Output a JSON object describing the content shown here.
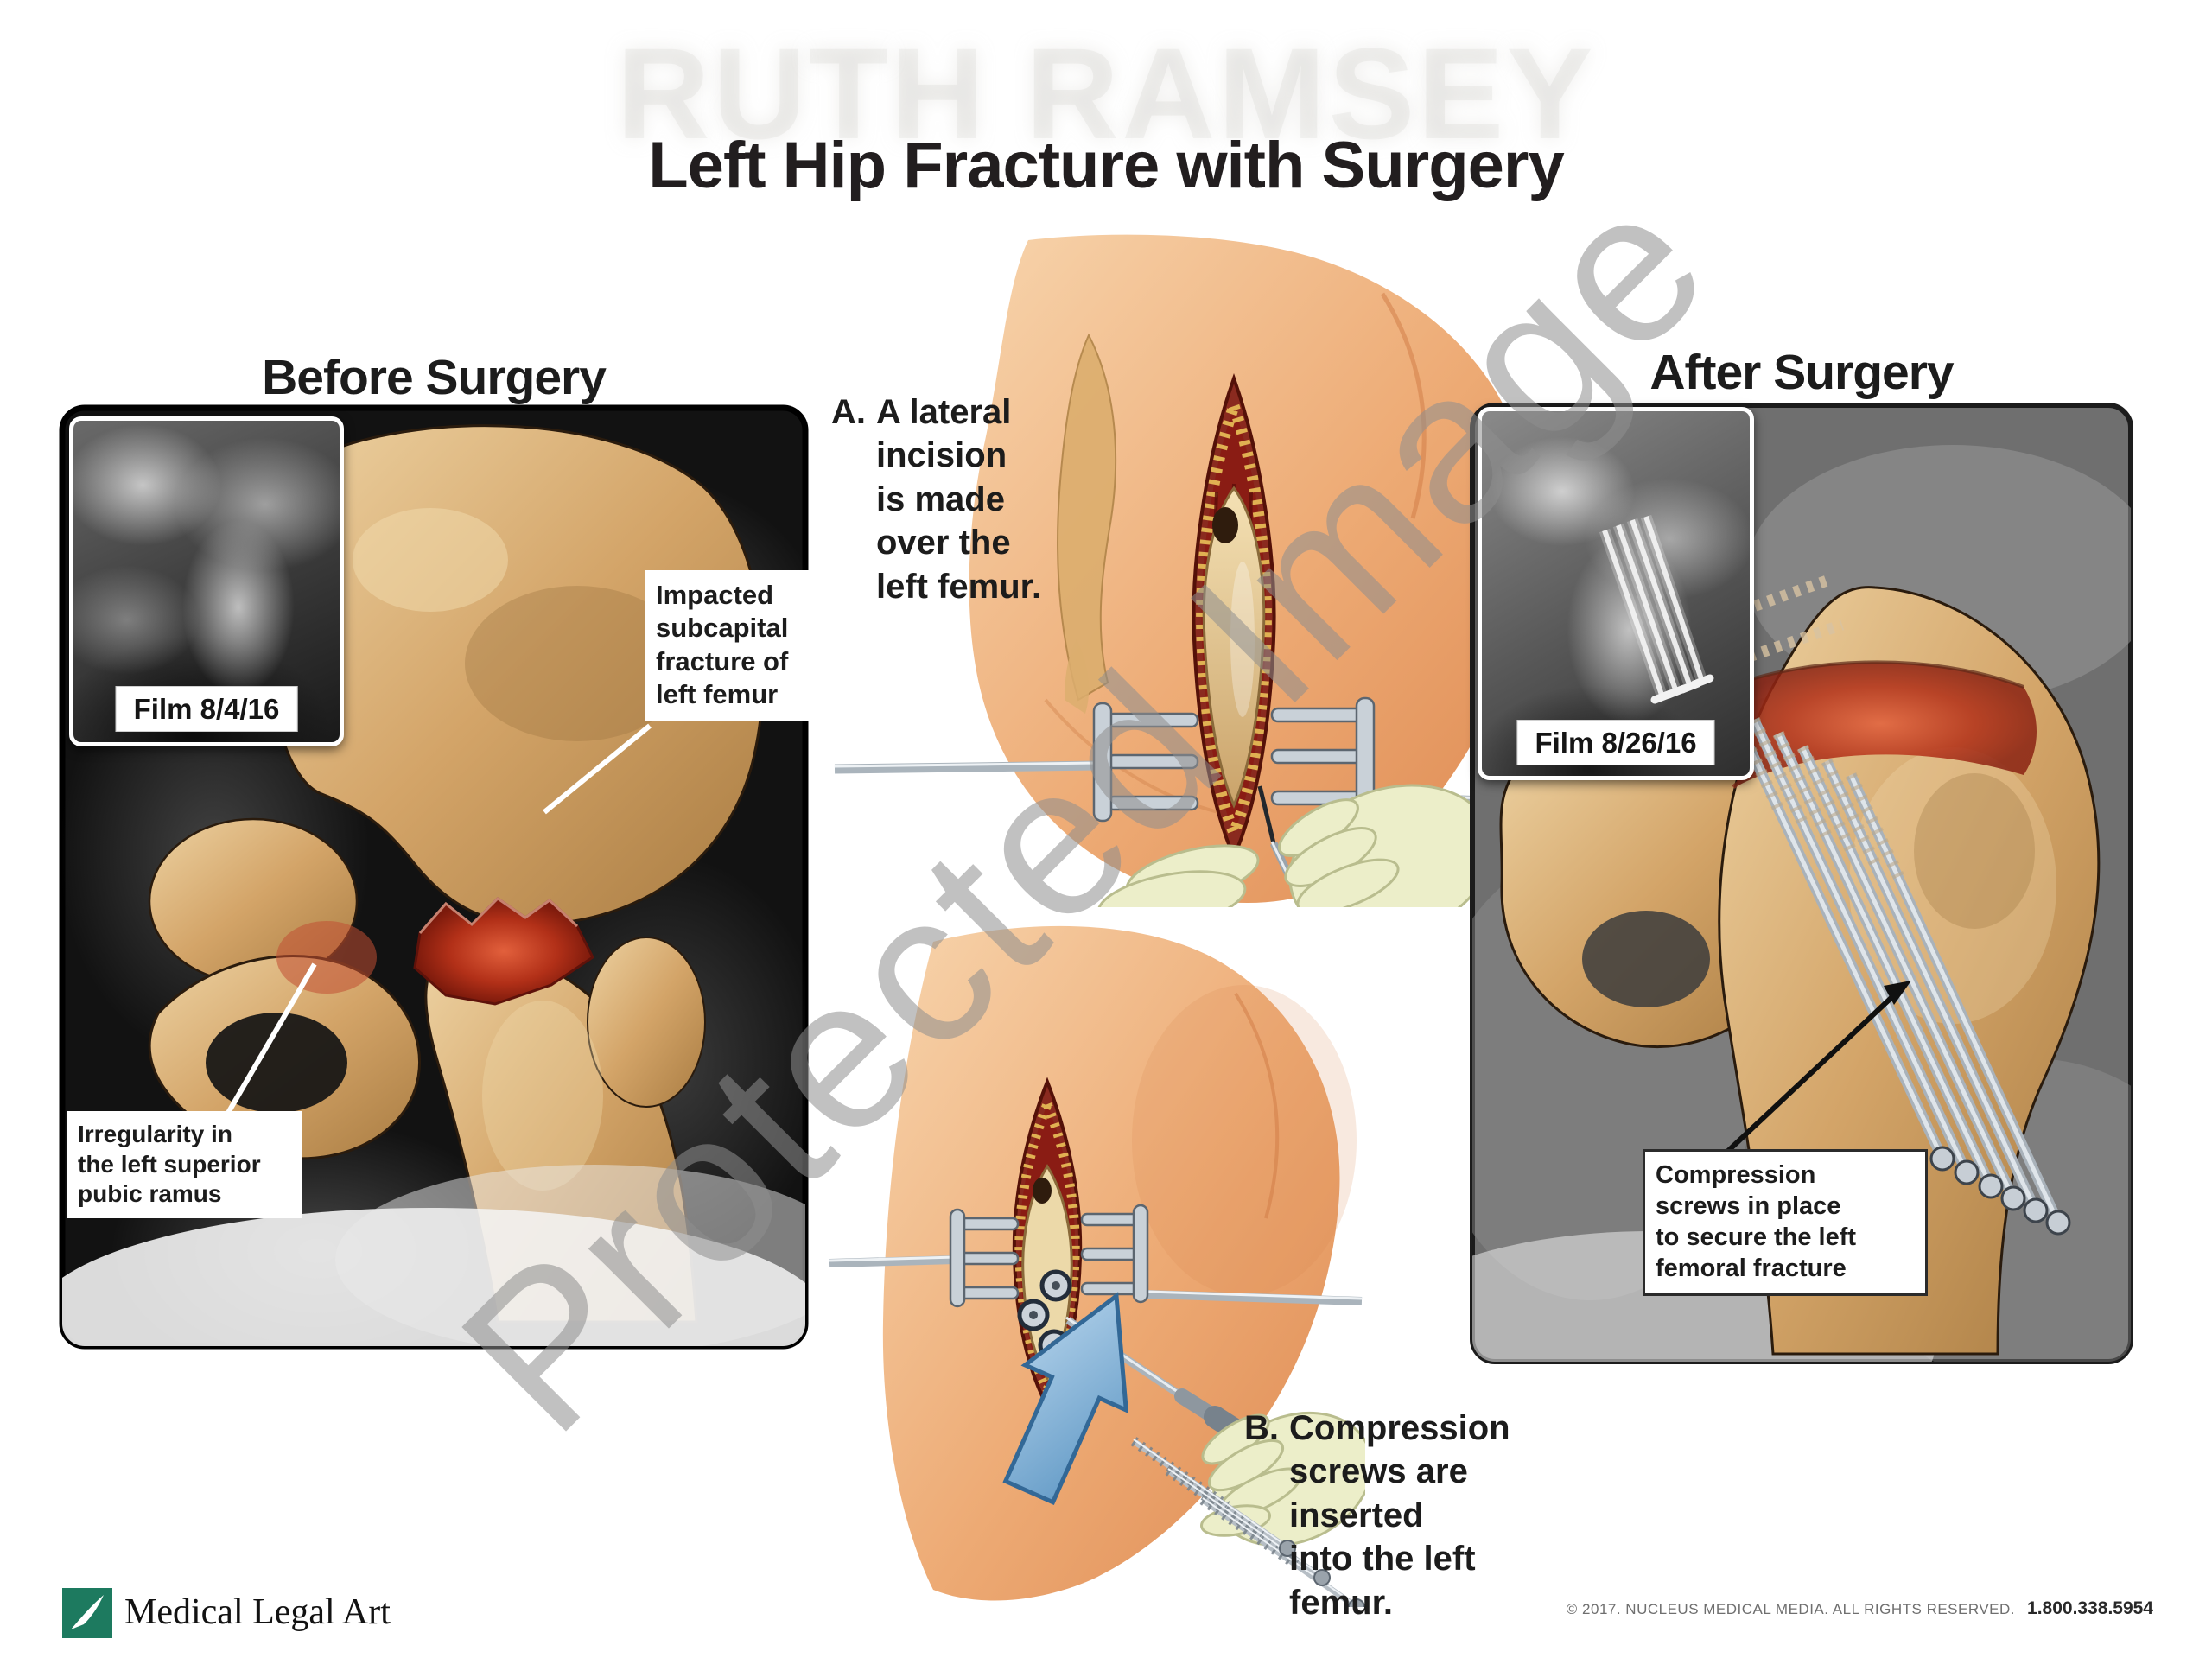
{
  "exhibit": {
    "ghost_name": "RUTH RAMSEY",
    "title": "Left Hip Fracture with Surgery",
    "watermark": "Protected Image"
  },
  "before_panel": {
    "heading": "Before Surgery",
    "film_label": "Film 8/4/16",
    "annotation_fracture": "Impacted\nsubcapital\nfracture of\nleft femur",
    "annotation_ramus": "Irregularity in\nthe left superior\npubic ramus"
  },
  "after_panel": {
    "heading": "After Surgery",
    "film_label": "Film 8/26/16",
    "annotation_screws": "Compression\nscrews in place\nto secure the left\nfemoral fracture"
  },
  "steps": {
    "a_label": "A.",
    "a_text": "A lateral\nincision\nis made\nover the\nleft femur.",
    "b_label": "B.",
    "b_text": "Compression\nscrews are\ninserted\ninto the left\nfemur."
  },
  "footer": {
    "brand": "Medical Legal Art",
    "copyright": "© 2017. NUCLEUS MEDICAL MEDIA. ALL RIGHTS RESERVED.",
    "phone": "1.800.338.5954"
  },
  "colors": {
    "logo_green": "#1d7a5f",
    "watermark_gray": "#8f8f8f",
    "skin": "#eca36e",
    "bone": "#d3a468",
    "fracture_red": "#b23018",
    "steel": "#c3ccd3",
    "glove": "#eceec9",
    "arrow_blue": "#8fbbdf"
  }
}
